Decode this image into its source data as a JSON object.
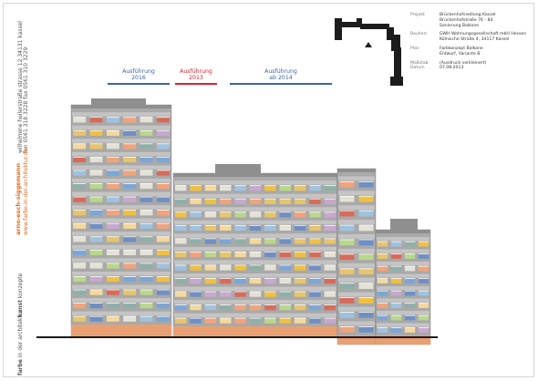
{
  "sidebar": {
    "name": "arno-esch-siggemann",
    "url": "www.farbe-in-der-architektur.de",
    "address": "wilhelmine heilerstraße strasse 12    34131 kassel",
    "phone": "fon 0561 318 3228    fax 0561 310 3229",
    "tagline_bold": "kunst",
    "tagline": "konzepte",
    "footer_bold": "farbe",
    "footer": "in der architektur"
  },
  "info": {
    "projekt_label": "Projekt",
    "projekt_lines": [
      "Brückenhofsiedlung Kassel",
      "Brückenhofstraße 76 - 84",
      "Sanierung Balkone"
    ],
    "bauherr_label": "Bauherr",
    "bauherr_lines": [
      "GWH Wohnungsgesellschaft mbH Hessen",
      "Kölnische Straße 4, 34117 Kassel"
    ],
    "plan_label": "Plan",
    "plan_lines": [
      "Farbkonzept Balkone",
      "Entwurf, Variante B"
    ],
    "massstab_label": "Maßstab",
    "massstab_value": "(Ausdruck verkleinert)",
    "datum_label": "Datum",
    "datum_value": "07.08.2013"
  },
  "phases": [
    {
      "line1": "Ausführung",
      "line2": "2016"
    },
    {
      "line1": "Ausführung",
      "line2": "2013"
    },
    {
      "line1": "Ausführung",
      "line2": "ab 2014"
    }
  ],
  "colors": {
    "blue": "#3a63a8",
    "red": "#d4232b",
    "facade": "#a9a9a9",
    "facade_dark": "#8f8f8f",
    "base_orange": "#e8a072",
    "ground": "#1a1a1a"
  }
}
